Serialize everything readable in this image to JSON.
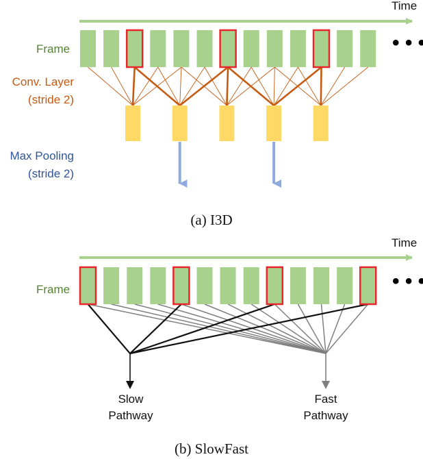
{
  "colors": {
    "frame": "#a9d18e",
    "highlight": "#e8272a",
    "time_arrow": "#a9d18e",
    "conv": "#ffd966",
    "conv_line": "#c55a11",
    "pool_arrow": "#8faadc",
    "green_text": "#548235",
    "orange_text": "#c55a11",
    "blue_text": "#2f5597",
    "slow_line": "#111111",
    "fast_line": "#7f7f7f"
  },
  "i3d": {
    "time_label": "Time",
    "frame_label": "Frame",
    "conv_label_line1": "Conv. Layer",
    "conv_label_line2": "(stride 2)",
    "pool_label_line1": "Max Pooling",
    "pool_label_line2": "(stride 2)",
    "ellipsis": "• • •",
    "caption": "(a) I3D",
    "frame_count": 13,
    "highlighted_frames": [
      2,
      6,
      10
    ],
    "conv_unit_count": 5,
    "conv_receptive_field": 5,
    "conv_stride": 2,
    "pooled_units": [
      1,
      3
    ]
  },
  "slowfast": {
    "time_label": "Time",
    "frame_label": "Frame",
    "ellipsis": "• • •",
    "slow_label_line1": "Slow",
    "slow_label_line2": "Pathway",
    "fast_label_line1": "Fast",
    "fast_label_line2": "Pathway",
    "caption": "(b) SlowFast",
    "frame_count": 13,
    "highlighted_frames": [
      0,
      4,
      8,
      12
    ],
    "slow_frames": [
      0,
      4,
      8,
      12
    ],
    "fast_frames": [
      0,
      1,
      2,
      3,
      4,
      5,
      6,
      7,
      8,
      9,
      10,
      11,
      12
    ]
  }
}
